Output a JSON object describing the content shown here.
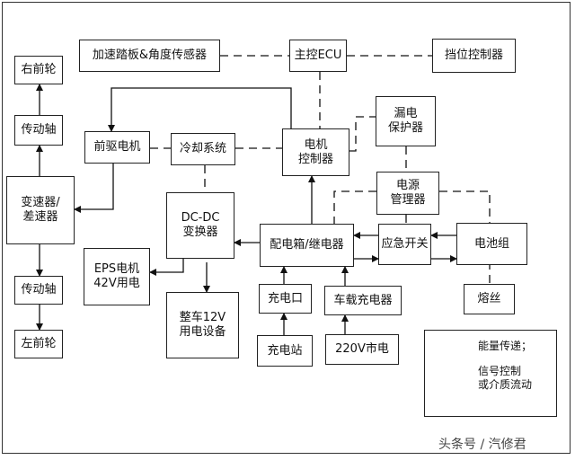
{
  "nodes": {
    "right_front_wheel": "右前轮",
    "drive_shaft_top": "传动轴",
    "transmission": "变速器/\n差速器",
    "drive_shaft_bottom": "传动轴",
    "left_front_wheel": "左前轮",
    "accel_pedal_sensor": "加速踏板&角度传感器",
    "main_ecu": "主控ECU",
    "gear_controller": "挡位控制器",
    "front_motor": "前驱电机",
    "cooling_system": "冷却系统",
    "motor_controller": "电机\n控制器",
    "leakage_protector": "漏电\n保护器",
    "power_manager": "电源\n管理器",
    "dcdc": "DC-DC\n变换器",
    "distribution_box": "配电箱/继电器",
    "emergency_switch": "应急开关",
    "battery_pack": "电池组",
    "eps_motor": "EPS电机\n42V用电",
    "vehicle_12v": "整车12V\n用电设备",
    "charge_port": "充电口",
    "onboard_charger": "车载充电器",
    "fuse": "熔丝",
    "charging_station": "充电站",
    "mains_220v": "220V市电"
  },
  "legend": {
    "energy_label": "能量传递；",
    "signal_label": "信号控制\n或介质流动"
  },
  "watermark": "头条号 / 汽修君"
}
